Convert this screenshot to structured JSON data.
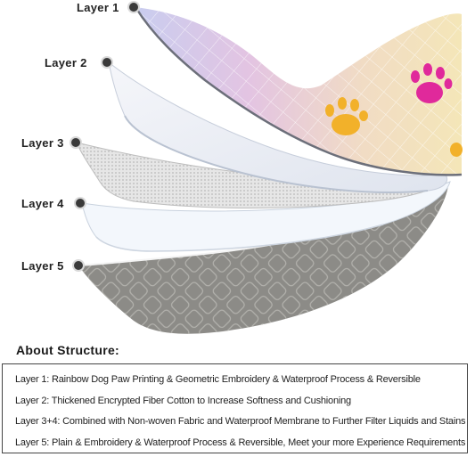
{
  "layers": [
    {
      "label": "Layer 1"
    },
    {
      "label": "Layer 2"
    },
    {
      "label": "Layer 3"
    },
    {
      "label": "Layer 4"
    },
    {
      "label": "Layer 5"
    }
  ],
  "colors": {
    "layer1_fabric": "#e8cfe6",
    "layer1_paw_pink": "#e0299b",
    "layer1_paw_orange": "#f2b12a",
    "layer2_fill": "#eef1f8",
    "layer3_mesh": "#e4e4e4",
    "layer4_fill": "#f2f6fb",
    "layer5_fill": "#8b8a86",
    "marker": "#3a3a3a"
  },
  "structure": {
    "title": "About Structure:",
    "lines": [
      "Layer 1: Rainbow Dog Paw Printing & Geometric Embroidery & Waterproof Process & Reversible",
      "Layer 2: Thickened Encrypted Fiber Cotton to Increase Softness and Cushioning",
      "Layer 3+4: Combined with Non-woven Fabric and Waterproof Membrane to Further Filter Liquids and Stains",
      "Layer 5: Plain & Embroidery & Waterproof Process & Reversible, Meet your more Experience Requirements"
    ]
  }
}
